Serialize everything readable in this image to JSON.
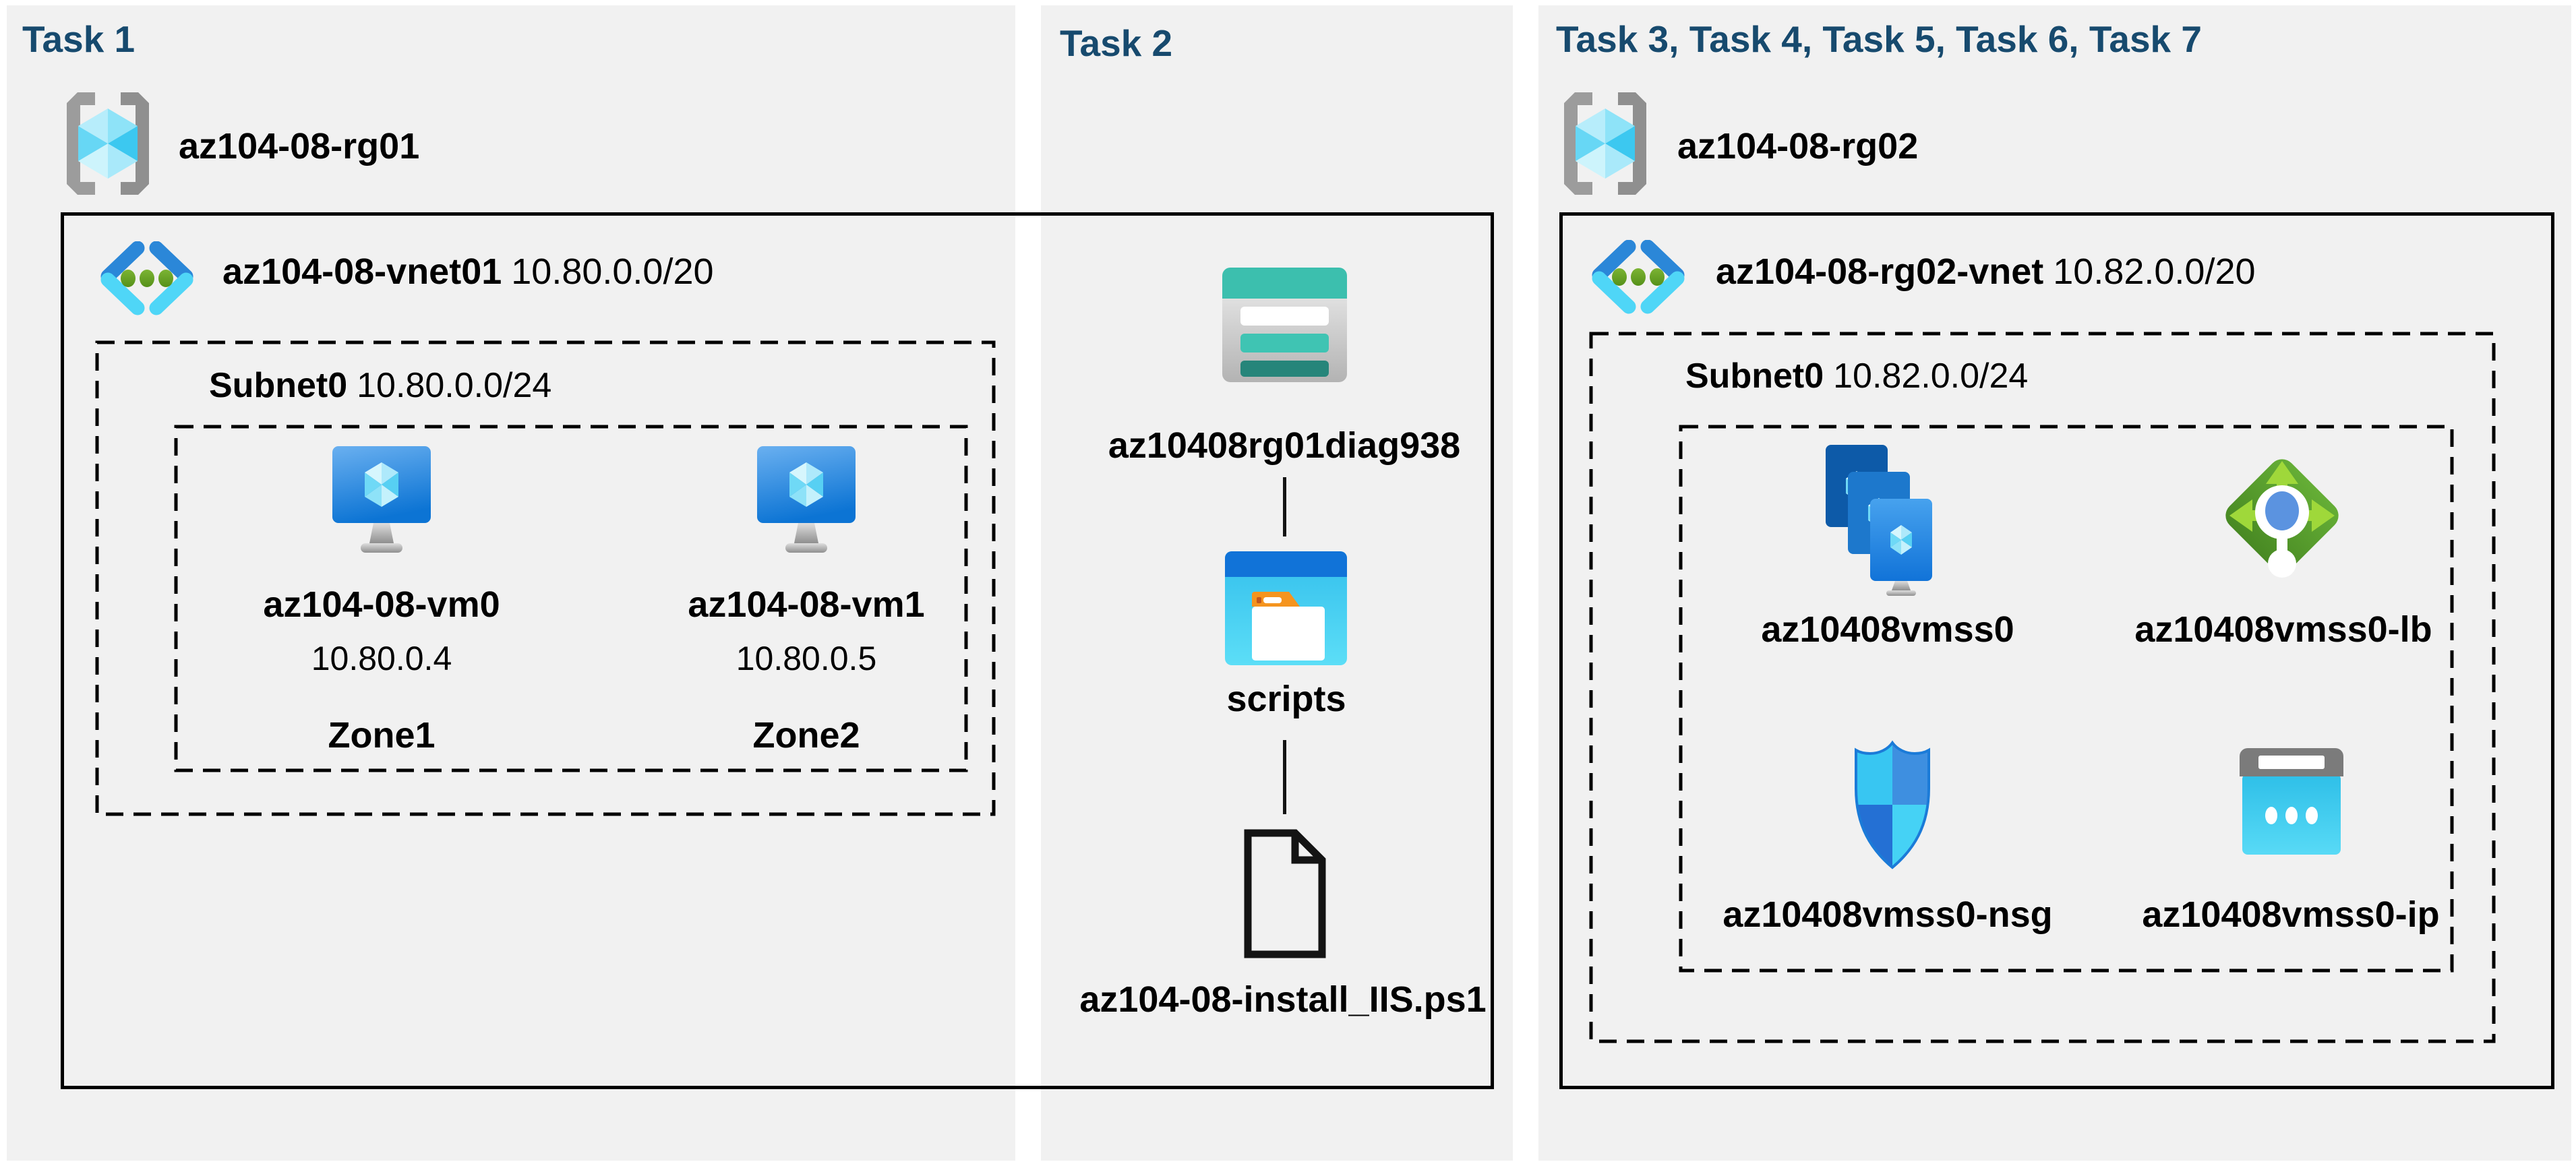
{
  "colors": {
    "page_bg": "#ffffff",
    "panel_bg": "#f1f1f1",
    "title_navy": "#174a6e",
    "label_black": "#000000",
    "border_black": "#000000",
    "vnet_chevron_blue": "#2b87d8",
    "vnet_chevron_cyan": "#4fd6f7",
    "vnet_dot_green": "#6aa626",
    "vm_screen_blue": "#0c74d4",
    "crystal_cyan": "#8ee2f8",
    "bracket_gray": "#9c9c9c",
    "storage_teal": "#3cbfae",
    "storage_teal_dark": "#26857a",
    "container_band_blue": "#1173d8",
    "container_body_cyan": "#3fc9f0",
    "folder_orange": "#f5941e",
    "lb_green": "#54982c",
    "lb_arrow_green": "#9fd83a",
    "lb_dot_blue": "#5b93e0",
    "nsg_blue_dark": "#2470d4",
    "nsg_cyan": "#38c6f2",
    "ip_band_gray": "#7b7b7b",
    "ip_body_cyan": "#3ec9ef"
  },
  "panels": {
    "task1": {
      "title": "Task 1",
      "resource_group": "az104-08-rg01",
      "vnet_name": "az104-08-vnet01",
      "vnet_cidr": "10.80.0.0/20",
      "subnet_name": "Subnet0",
      "subnet_cidr": "10.80.0.0/24",
      "vms": [
        {
          "name": "az104-08-vm0",
          "ip": "10.80.0.4",
          "zone": "Zone1"
        },
        {
          "name": "az104-08-vm1",
          "ip": "10.80.0.5",
          "zone": "Zone2"
        }
      ]
    },
    "task2": {
      "title": "Task 2",
      "storage_account": "az10408rg01diag938",
      "container": "scripts",
      "script_file": "az104-08-install_IIS.ps1"
    },
    "task3": {
      "title": "Task 3, Task 4, Task 5, Task 6, Task 7",
      "resource_group": "az104-08-rg02",
      "vnet_name": "az104-08-rg02-vnet",
      "vnet_cidr": "10.82.0.0/20",
      "subnet_name": "Subnet0",
      "subnet_cidr": "10.82.0.0/24",
      "resources": [
        {
          "name": "az10408vmss0",
          "type": "vm-scale-set"
        },
        {
          "name": "az10408vmss0-lb",
          "type": "load-balancer"
        },
        {
          "name": "az10408vmss0-nsg",
          "type": "network-security-group"
        },
        {
          "name": "az10408vmss0-ip",
          "type": "public-ip"
        }
      ]
    }
  }
}
